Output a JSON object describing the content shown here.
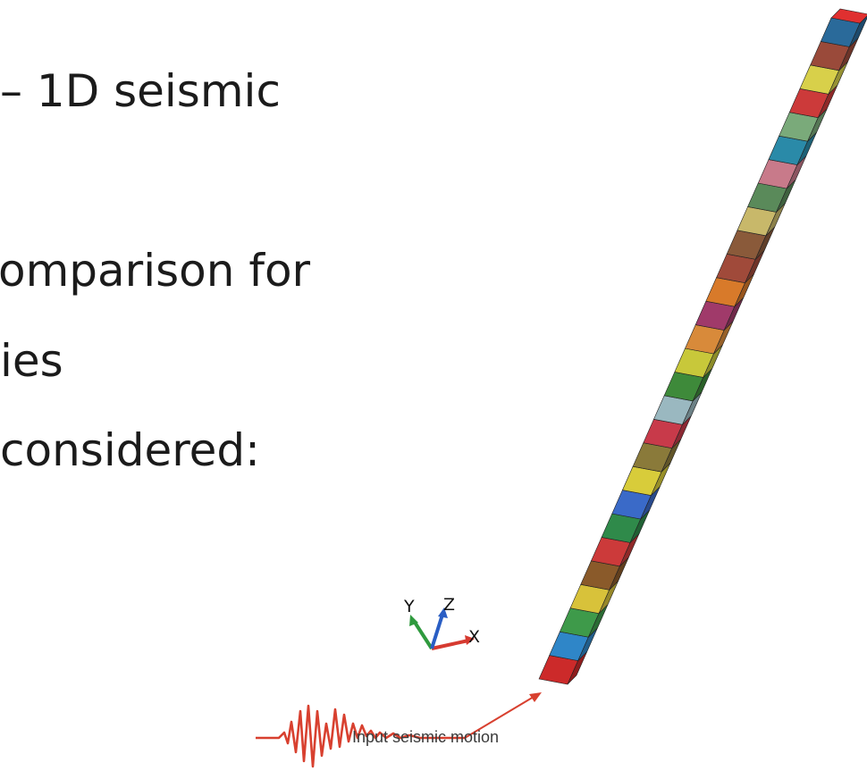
{
  "slide": {
    "lines": [
      "– 1D seismic",
      "omparison for",
      "ies",
      " considered:",
      ")"
    ]
  },
  "figure": {
    "axes": {
      "x": "X",
      "y": "Y",
      "z": "Z"
    },
    "input_label": "Input seismic motion",
    "colors": {
      "x_axis": "#d63a30",
      "y_axis": "#2f9a3e",
      "z_axis": "#2a5ec4",
      "signal": "#d8402f",
      "arrow": "#d8402f"
    },
    "column_colors": [
      "#cc2a2a",
      "#2f86c8",
      "#3e9a4a",
      "#d8c23a",
      "#8a5a2a",
      "#cc3a3a",
      "#2f8a4a",
      "#3a6ac8",
      "#d8cc3a",
      "#8a7a3a",
      "#c83a4a",
      "#9ab8c0",
      "#3e8a3a",
      "#c8c83a",
      "#d88a3a",
      "#a03a6a",
      "#d87a2a",
      "#a04a3a",
      "#8a5a3a",
      "#c8b86a",
      "#5a8a5a",
      "#c87a8a",
      "#2a8aa8",
      "#7aaa7a",
      "#cc3a3a",
      "#d8d04a",
      "#9a4a3a",
      "#2a6a9a"
    ]
  }
}
